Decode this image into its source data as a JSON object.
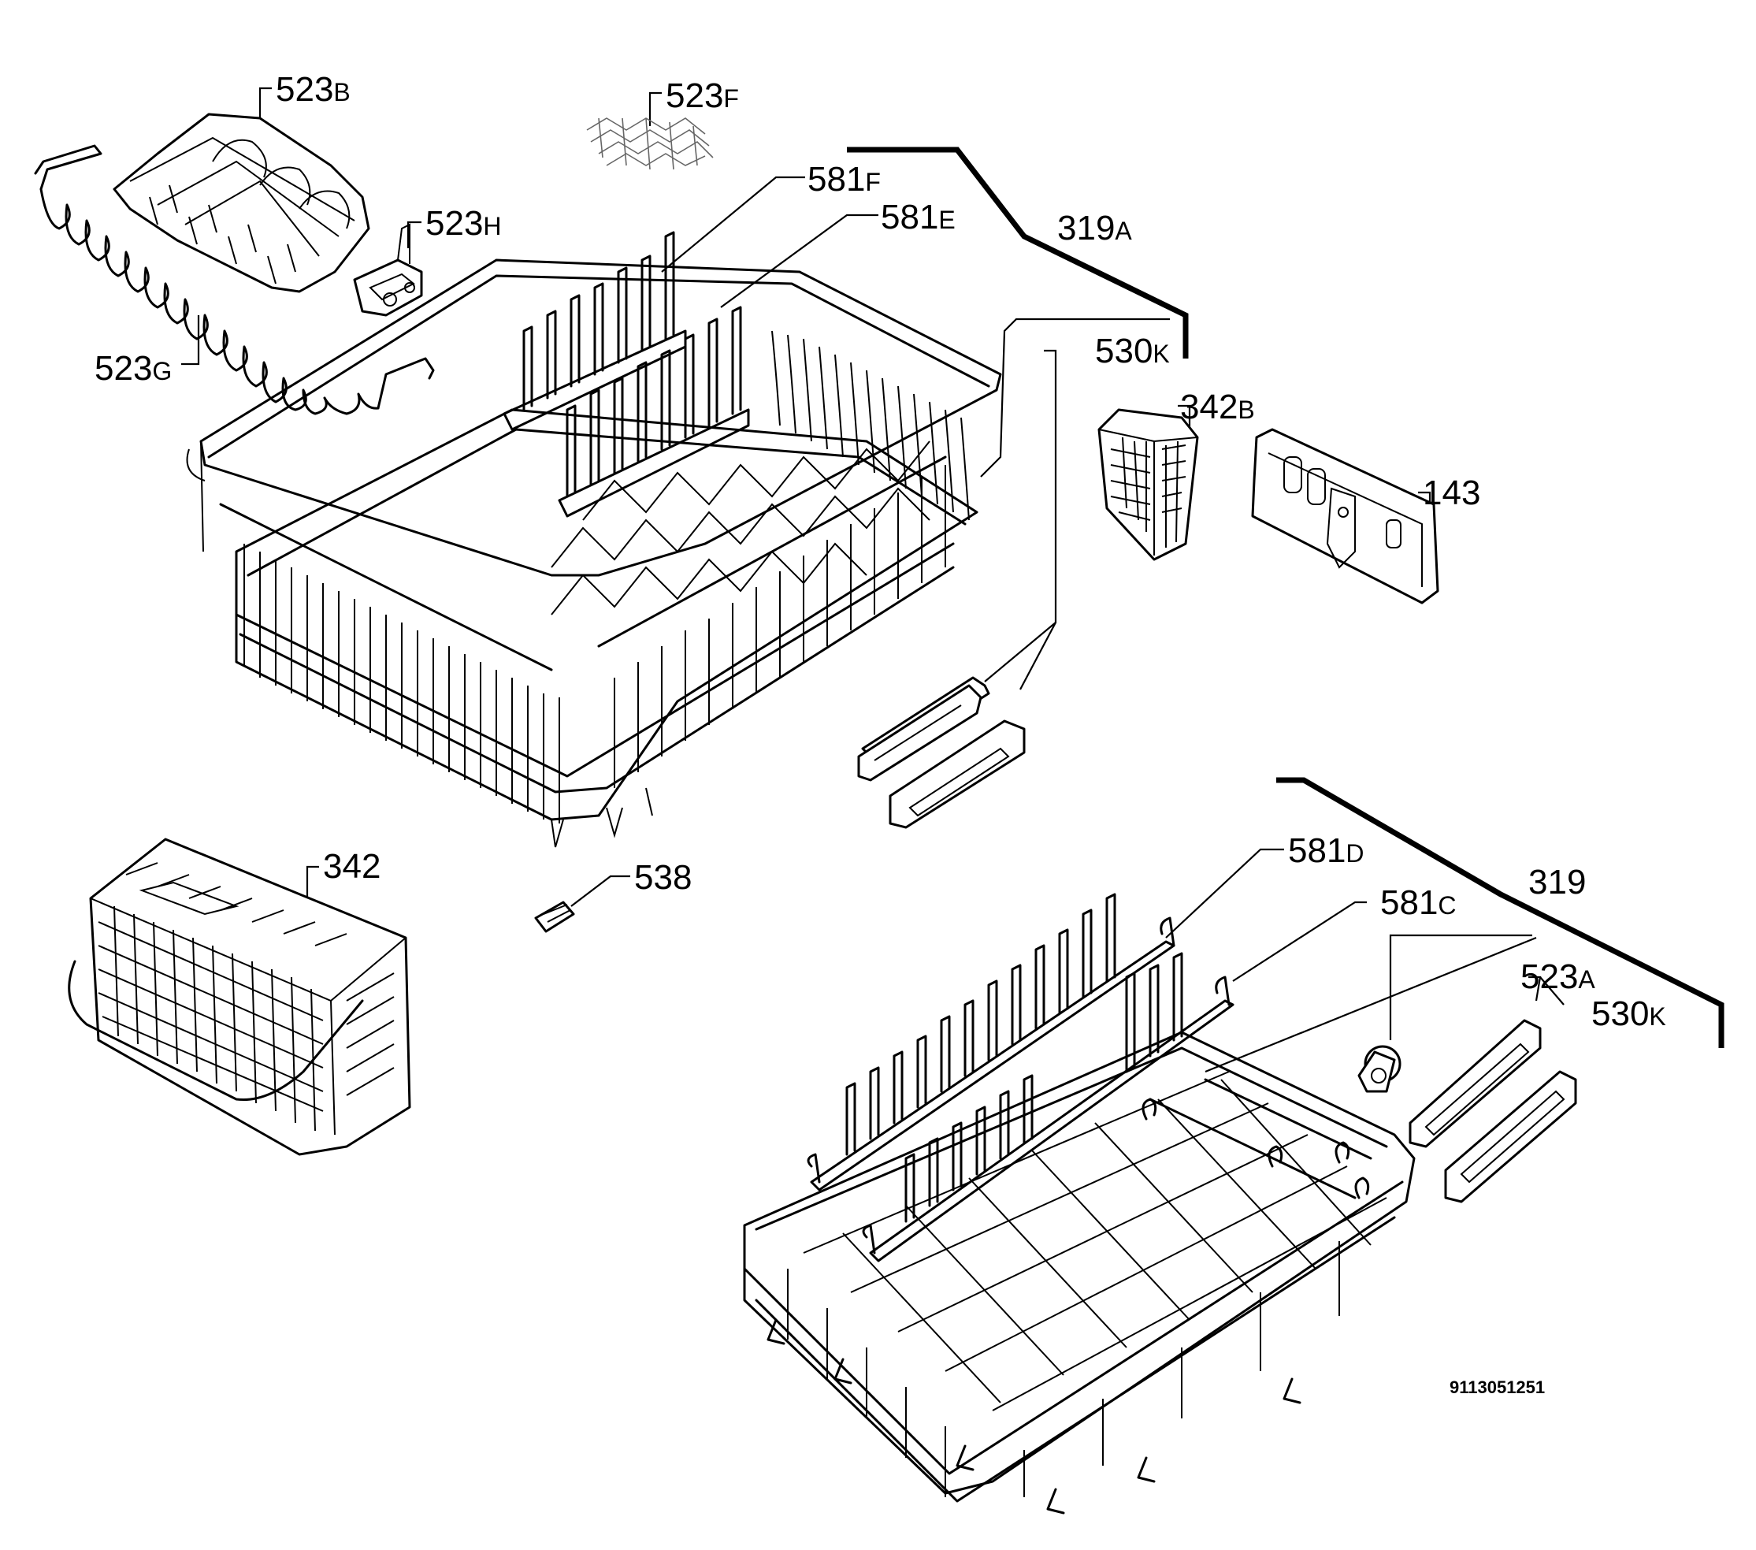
{
  "labels": {
    "l523b": {
      "num": "523",
      "suf": "B"
    },
    "l523f": {
      "num": "523",
      "suf": "F"
    },
    "l523h": {
      "num": "523",
      "suf": "H"
    },
    "l523g": {
      "num": "523",
      "suf": "G"
    },
    "l581f": {
      "num": "581",
      "suf": "F"
    },
    "l581e": {
      "num": "581",
      "suf": "E"
    },
    "l319a": {
      "num": "319",
      "suf": "A"
    },
    "l530k_top": {
      "num": "530",
      "suf": "K"
    },
    "l342b": {
      "num": "342",
      "suf": "B"
    },
    "l143": {
      "num": "143",
      "suf": ""
    },
    "l342": {
      "num": "342",
      "suf": ""
    },
    "l538": {
      "num": "538",
      "suf": ""
    },
    "l581d": {
      "num": "581",
      "suf": "D"
    },
    "l319": {
      "num": "319",
      "suf": ""
    },
    "l581c": {
      "num": "581",
      "suf": "C"
    },
    "l523a": {
      "num": "523",
      "suf": "A"
    },
    "l530k_bottom": {
      "num": "530",
      "suf": "K"
    }
  },
  "document_number": "9113051251"
}
